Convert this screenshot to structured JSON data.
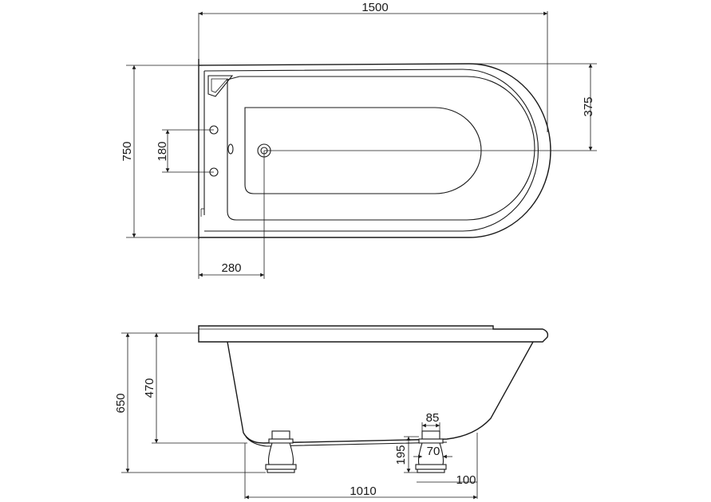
{
  "dimensions": {
    "overall_length": "1500",
    "overall_width": "750",
    "half_width": "375",
    "tap_spacing": "180",
    "waste_offset": "280",
    "overall_height": "650",
    "rim_to_floor_clearance": "470",
    "foot_width": "85",
    "foot_height": "195",
    "foot_inner": "70",
    "foot_setback": "100",
    "foot_spacing": "1010"
  },
  "colors": {
    "line": "#1a1a1a",
    "background": "#ffffff"
  }
}
